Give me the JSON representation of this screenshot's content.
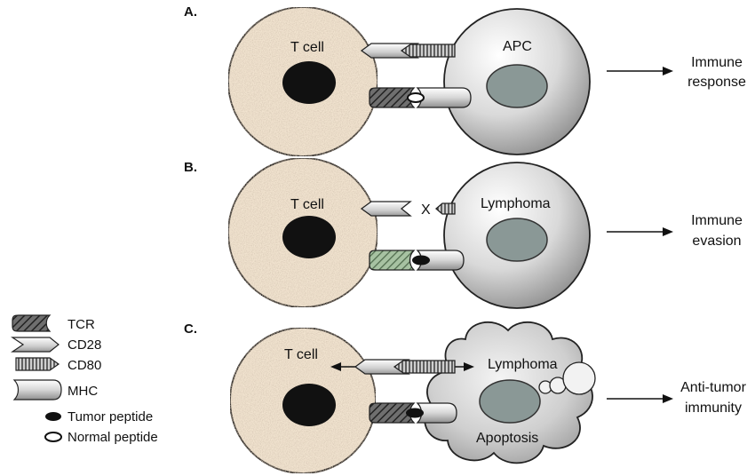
{
  "panels": [
    {
      "letter": "A.",
      "tcell_label": "T cell",
      "partner_label": "APC",
      "outcome_line1": "Immune",
      "outcome_line2": "response"
    },
    {
      "letter": "B.",
      "tcell_label": "T cell",
      "partner_label": "Lymphoma",
      "blocked_mark": "X",
      "outcome_line1": "Immune",
      "outcome_line2": "evasion"
    },
    {
      "letter": "C.",
      "tcell_label": "T cell",
      "partner_label": "Lymphoma",
      "partner_sublabel": "Apoptosis",
      "outcome_line1": "Anti-tumor",
      "outcome_line2": "immunity"
    }
  ],
  "legend": [
    {
      "label": "TCR",
      "icon": "tcr-icon"
    },
    {
      "label": "CD28",
      "icon": "cd28-icon"
    },
    {
      "label": "CD80",
      "icon": "cd80-icon"
    },
    {
      "label": "MHC",
      "icon": "mhc-icon"
    },
    {
      "label": "Tumor peptide",
      "icon": "tumor-peptide-icon"
    },
    {
      "label": "Normal peptide",
      "icon": "normal-peptide-icon"
    }
  ],
  "colors": {
    "tcell_fill": "#f1e3cf",
    "nucleus_dark": "#111111",
    "partner_nucleus": "#8a9896",
    "outline": "#222222"
  }
}
